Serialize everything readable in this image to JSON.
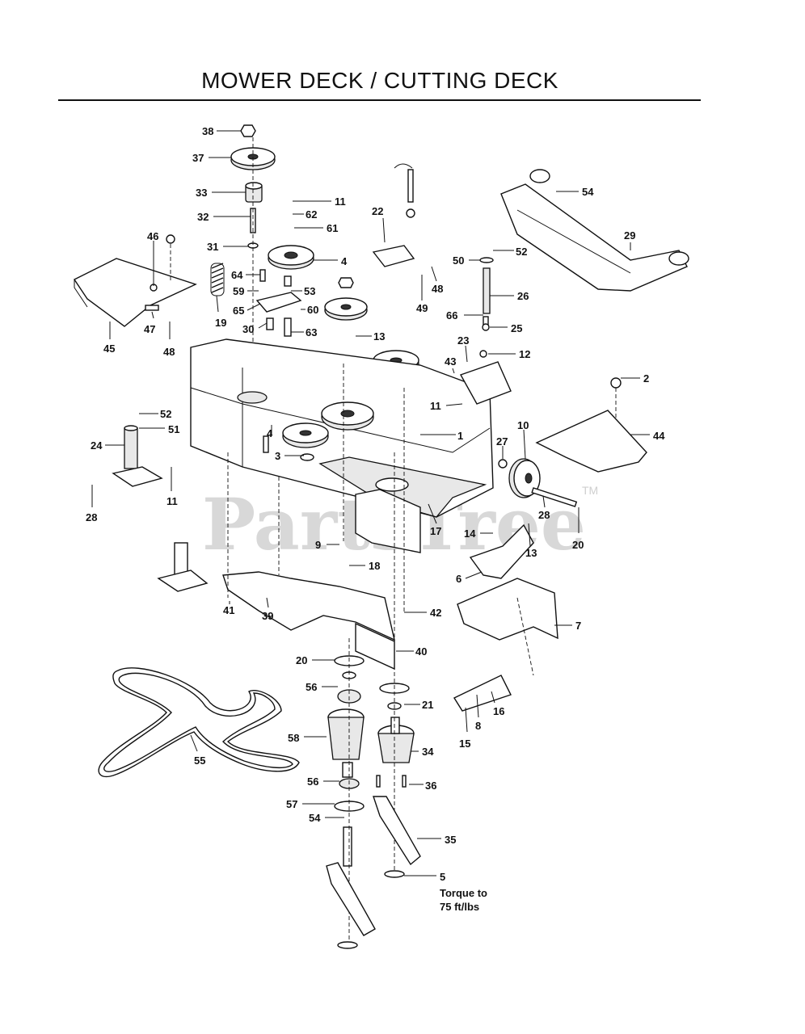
{
  "title": "MOWER DECK / CUTTING DECK",
  "watermark": {
    "text": "PartsTree",
    "tm": "TM"
  },
  "note": {
    "line1": "Torque to",
    "line2": "75 ft/lbs"
  },
  "callouts": [
    "38",
    "37",
    "33",
    "32",
    "31",
    "64",
    "59",
    "65",
    "19",
    "30",
    "11",
    "62",
    "61",
    "4",
    "53",
    "60",
    "63",
    "13",
    "22",
    "48",
    "49",
    "54",
    "29",
    "52",
    "50",
    "26",
    "66",
    "25",
    "46",
    "47",
    "45",
    "48",
    "12",
    "23",
    "43",
    "2",
    "11",
    "44",
    "10",
    "27",
    "1",
    "52",
    "51",
    "24",
    "11",
    "28",
    "4",
    "3",
    "17",
    "28",
    "20",
    "14",
    "13",
    "6",
    "9",
    "18",
    "42",
    "7",
    "41",
    "39",
    "40",
    "20",
    "56",
    "21",
    "16",
    "8",
    "15",
    "58",
    "34",
    "55",
    "56",
    "36",
    "57",
    "54",
    "35",
    "5"
  ]
}
